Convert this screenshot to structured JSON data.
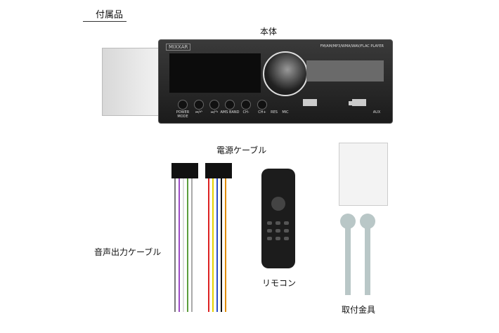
{
  "header": {
    "title": "付属品"
  },
  "labels": {
    "main_unit": "本体",
    "power_cable": "電源ケーブル",
    "audio_cable": "音声出力ケーブル",
    "remote": "リモコン",
    "bracket": "取付金具"
  },
  "device": {
    "brand": "MIXXAR",
    "model_text": "FM/AM/MP3/WMA/WAV/FLAC PLAYER",
    "buttons": [
      "POWER MODE",
      "⏮/↶",
      "⏭/↷",
      "AMS BAND",
      "CH-",
      "CH+",
      "RES",
      "MIC",
      "AUX"
    ]
  },
  "colors": {
    "faceplate": "#222222",
    "bracket": "#b9c7c7"
  }
}
